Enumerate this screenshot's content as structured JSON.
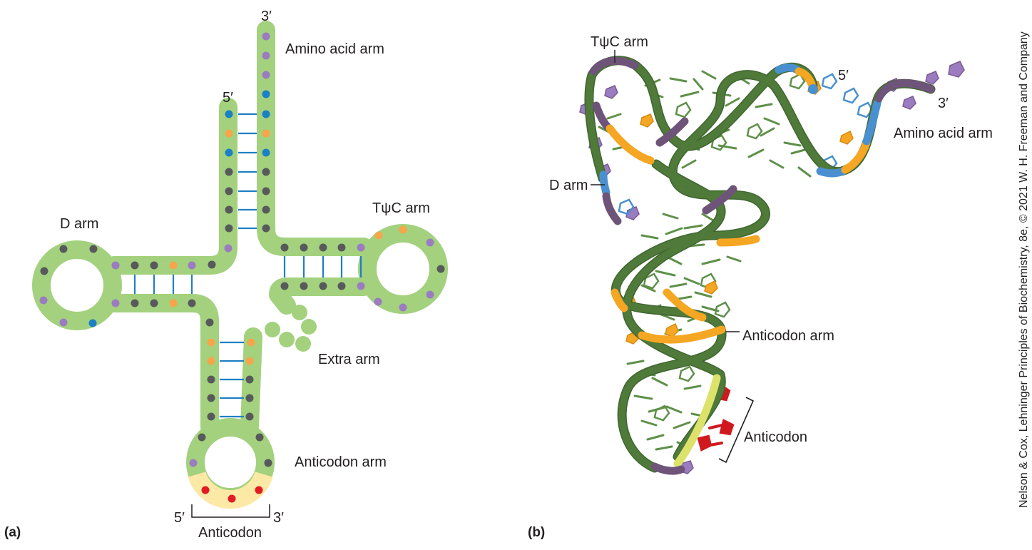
{
  "panels": {
    "a": {
      "panel_label": "(a)",
      "five_prime_top": "5′",
      "three_prime_top": "3′",
      "amino_acid_arm": "Amino acid arm",
      "d_arm": "D arm",
      "tpsic_arm": "TψC arm",
      "extra_arm": "Extra arm",
      "anticodon_arm": "Anticodon arm",
      "anticodon": "Anticodon",
      "five_prime_bottom": "5′",
      "three_prime_bottom": "3′"
    },
    "b": {
      "panel_label": "(b)",
      "tpsic_arm": "TψC arm",
      "five_prime": "5′",
      "three_prime": "3′",
      "amino_acid_arm": "Amino acid arm",
      "d_arm": "D arm",
      "anticodon_arm": "Anticodon arm",
      "anticodon": "Anticodon"
    }
  },
  "credit": "Nelson & Cox, Lehninger Principles of Biochemistry, 8e, © 2021 W. H. Freeman and Company",
  "colors": {
    "backbone_green": "#a3d17e",
    "anticodon_loop_yellow": "#fde9a6",
    "base_pair_line": "#1f7fc4",
    "nucleotide_gray": "#58595b",
    "nucleotide_purple": "#9b7cc0",
    "nucleotide_blue": "#1b80c4",
    "nucleotide_orange": "#f6a54a",
    "nucleotide_red": "#e31b23",
    "ribbon_green": "#4f7a3a",
    "ribbon_purple": "#6e5478",
    "ribbon_orange": "#f5a623",
    "ribbon_blue": "#4a90d0",
    "ribbon_yellow": "#dde36a",
    "ribbon_red": "#d0191e"
  }
}
